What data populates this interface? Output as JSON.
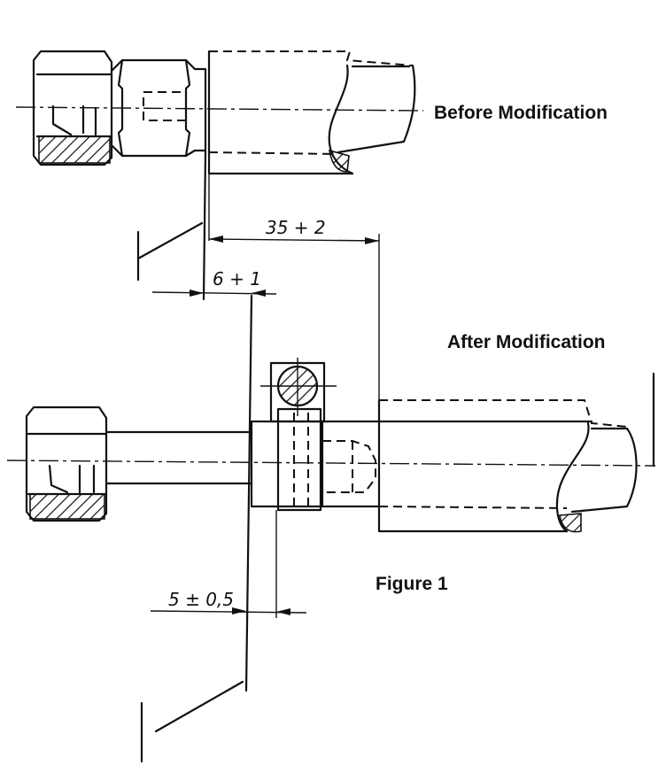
{
  "labels": {
    "before": "Before Modification",
    "after": "After Modification",
    "figure": "Figure 1"
  },
  "dimensions": {
    "top_length": "35 + 2",
    "gap": "6 + 1",
    "offset": "5 ± 0,5"
  }
}
